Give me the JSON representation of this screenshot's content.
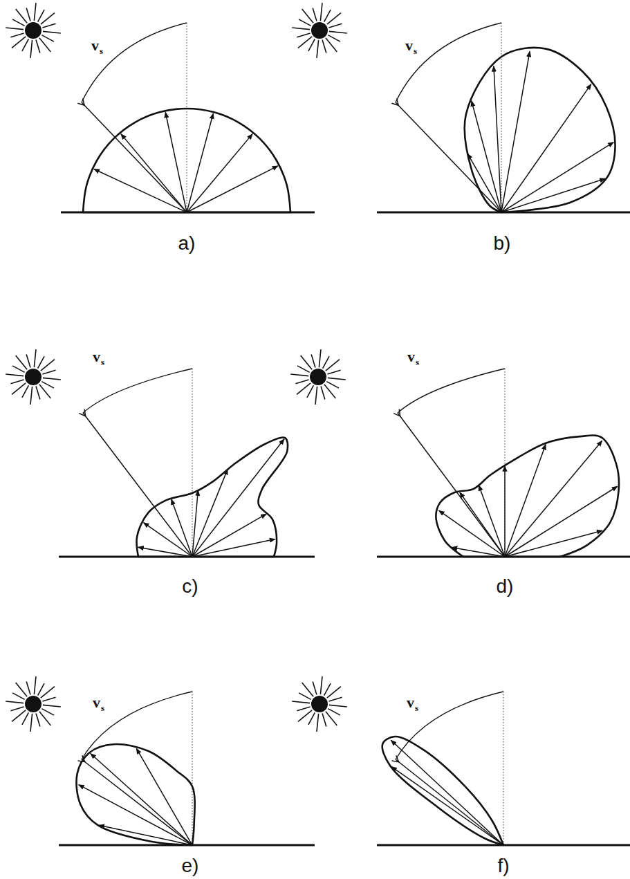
{
  "diagram": {
    "labels": [
      "v",
      "s",
      "a)",
      "v",
      "s",
      "b)",
      "v",
      "s",
      "c)",
      "v",
      "s",
      "d)",
      "v",
      "s",
      "e)",
      "v",
      "s",
      "f)"
    ]
  }
}
